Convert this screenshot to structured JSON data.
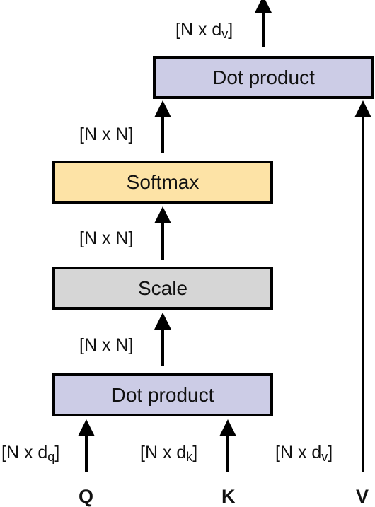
{
  "colors": {
    "dot_product_fill": "#cccce6",
    "softmax_fill": "#fde3a6",
    "scale_fill": "#d6d6d6",
    "stroke": "#000000"
  },
  "blocks": {
    "top_dot_product": "Dot product",
    "softmax": "Softmax",
    "scale": "Scale",
    "bottom_dot_product": "Dot product"
  },
  "dims": {
    "output": {
      "main": "[N x d",
      "sub": "v",
      "end": "]"
    },
    "softmax_to_dot": "[N x N]",
    "scale_to_softmax": "[N x N]",
    "dot_to_scale": "[N x N]",
    "q_in": {
      "main": "[N x d",
      "sub": "q",
      "end": "]"
    },
    "k_in": {
      "main": "[N x d",
      "sub": "k",
      "end": "]"
    },
    "v_in": {
      "main": "[N x d",
      "sub": "v",
      "end": "]"
    }
  },
  "inputs": {
    "q": "Q",
    "k": "K",
    "v": "V"
  }
}
